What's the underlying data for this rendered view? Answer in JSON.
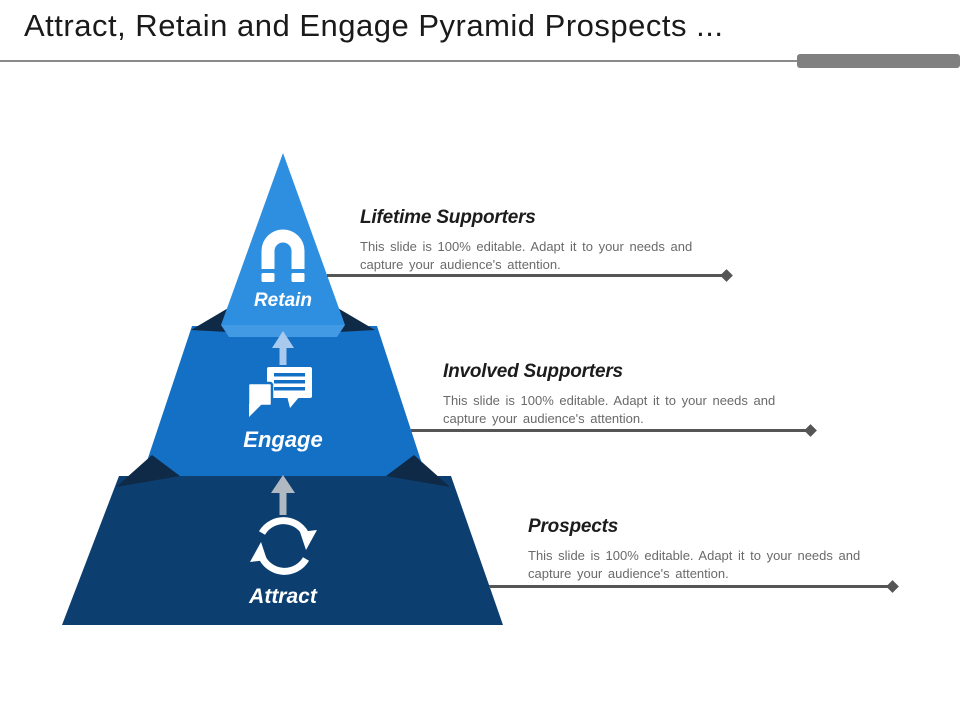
{
  "slide": {
    "title": "Attract, Retain and Engage Pyramid Prospects ..."
  },
  "pyramid": {
    "levels": [
      {
        "label": "Retain",
        "icon": "magnet-icon",
        "callout": {
          "heading": "Lifetime Supporters",
          "body_line1": "This slide is 100% editable. Adapt it to your needs and",
          "body_line2": "capture your audience's attention."
        }
      },
      {
        "label": "Engage",
        "icon": "chat-bubbles-icon",
        "callout": {
          "heading": "Involved Supporters",
          "body_line1": "This slide is 100% editable. Adapt it to your needs and",
          "body_line2": "capture your audience's attention."
        }
      },
      {
        "label": "Attract",
        "icon": "cycle-arrows-icon",
        "callout": {
          "heading": "Prospects",
          "body_line1": "This slide is 100% editable. Adapt it to your needs and",
          "body_line2": "capture your audience's attention."
        }
      }
    ]
  },
  "colors": {
    "retain": "#2E8FE0",
    "retain_flap": "#4299E4",
    "engage": "#1470C4",
    "attract": "#0C3F70",
    "wedge_dark": "#0E2A47",
    "arrow_light": "#A9C9EE",
    "arrow_gray": "#B0B9C2",
    "icon_white": "#FFFFFF",
    "connector": "#555555",
    "accent_bar": "#808080",
    "title_rule": "#8A8A8A"
  }
}
